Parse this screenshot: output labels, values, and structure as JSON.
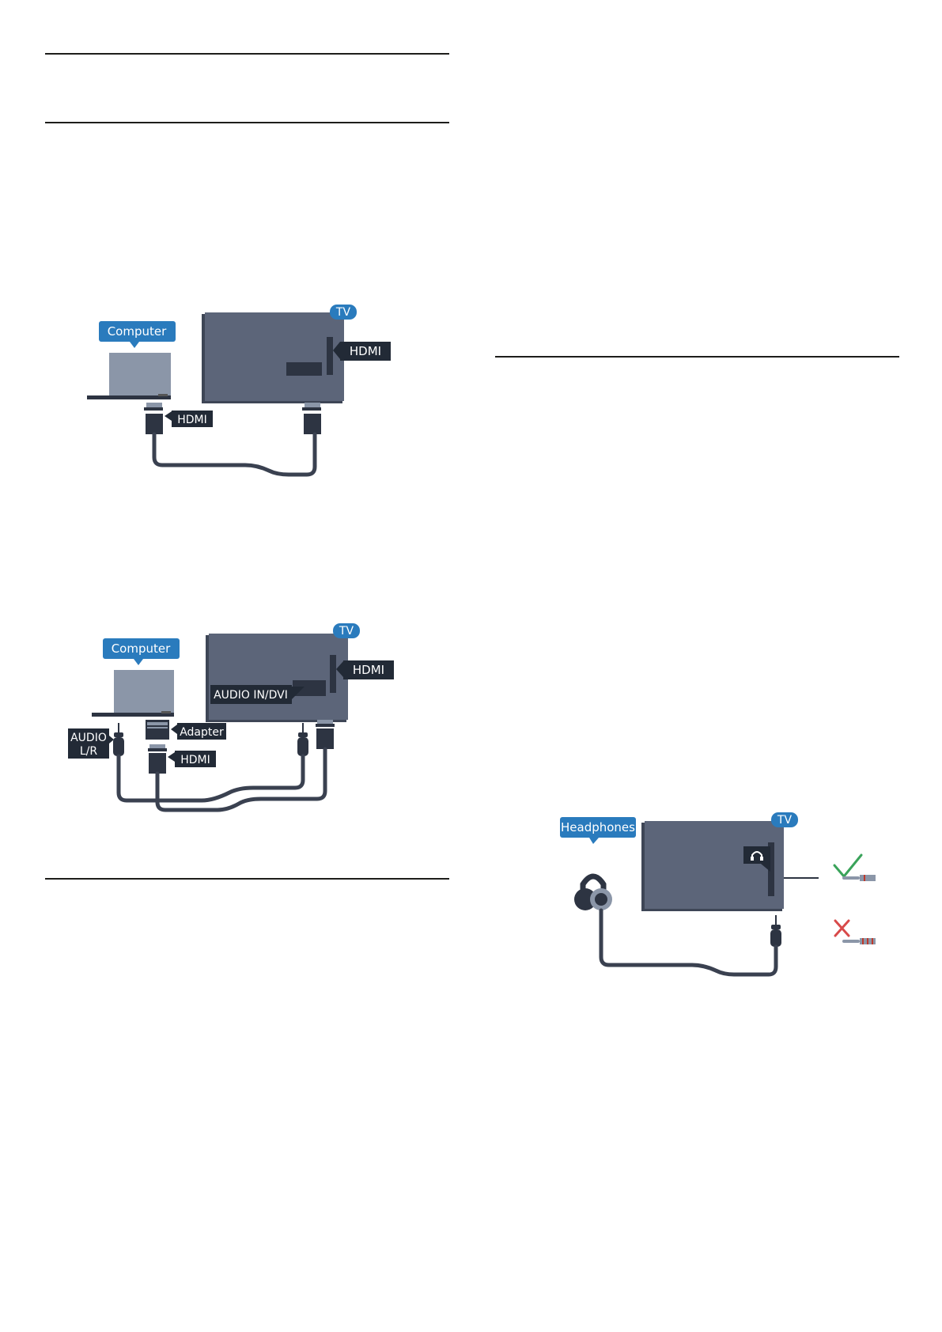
{
  "diagram1": {
    "computer_label": "Computer",
    "tv_label": "TV",
    "tv_port_label": "HDMI",
    "cable_label": "HDMI"
  },
  "diagram2": {
    "computer_label": "Computer",
    "tv_label": "TV",
    "tv_port_label": "HDMI",
    "tv_audio_label": "AUDIO IN/DVI",
    "audio_label_line1": "AUDIO",
    "audio_label_line2": "L/R",
    "adapter_label": "Adapter",
    "hdmi_label": "HDMI"
  },
  "diagram3": {
    "headphones_label": "Headphones",
    "tv_label": "TV"
  },
  "colors": {
    "tv_body": "#5c6579",
    "tv_shadow": "#3e4656",
    "laptop": "#8b96a8",
    "connector": "#2d3442",
    "label_blue": "#2a7bbd",
    "label_dark": "#222a36",
    "cable": "#3a4150",
    "check_green": "#3aa35a",
    "cross_red": "#d84a4a"
  }
}
